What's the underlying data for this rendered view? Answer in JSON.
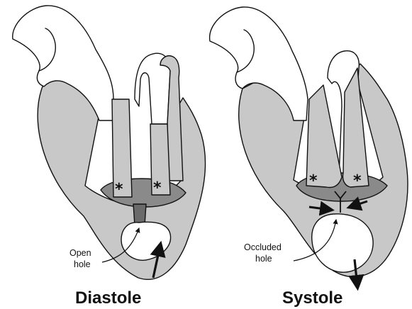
{
  "figure": {
    "panels": [
      {
        "title": "Diastole",
        "callout": [
          "Open",
          "hole"
        ],
        "marker": "*"
      },
      {
        "title": "Systole",
        "callout": [
          "Occluded",
          "hole"
        ],
        "marker": "*"
      }
    ],
    "colors": {
      "wall": "#c8c8c8",
      "septum": "#8a8a8a",
      "cavity": "#ffffff",
      "outline": "#111111"
    }
  }
}
